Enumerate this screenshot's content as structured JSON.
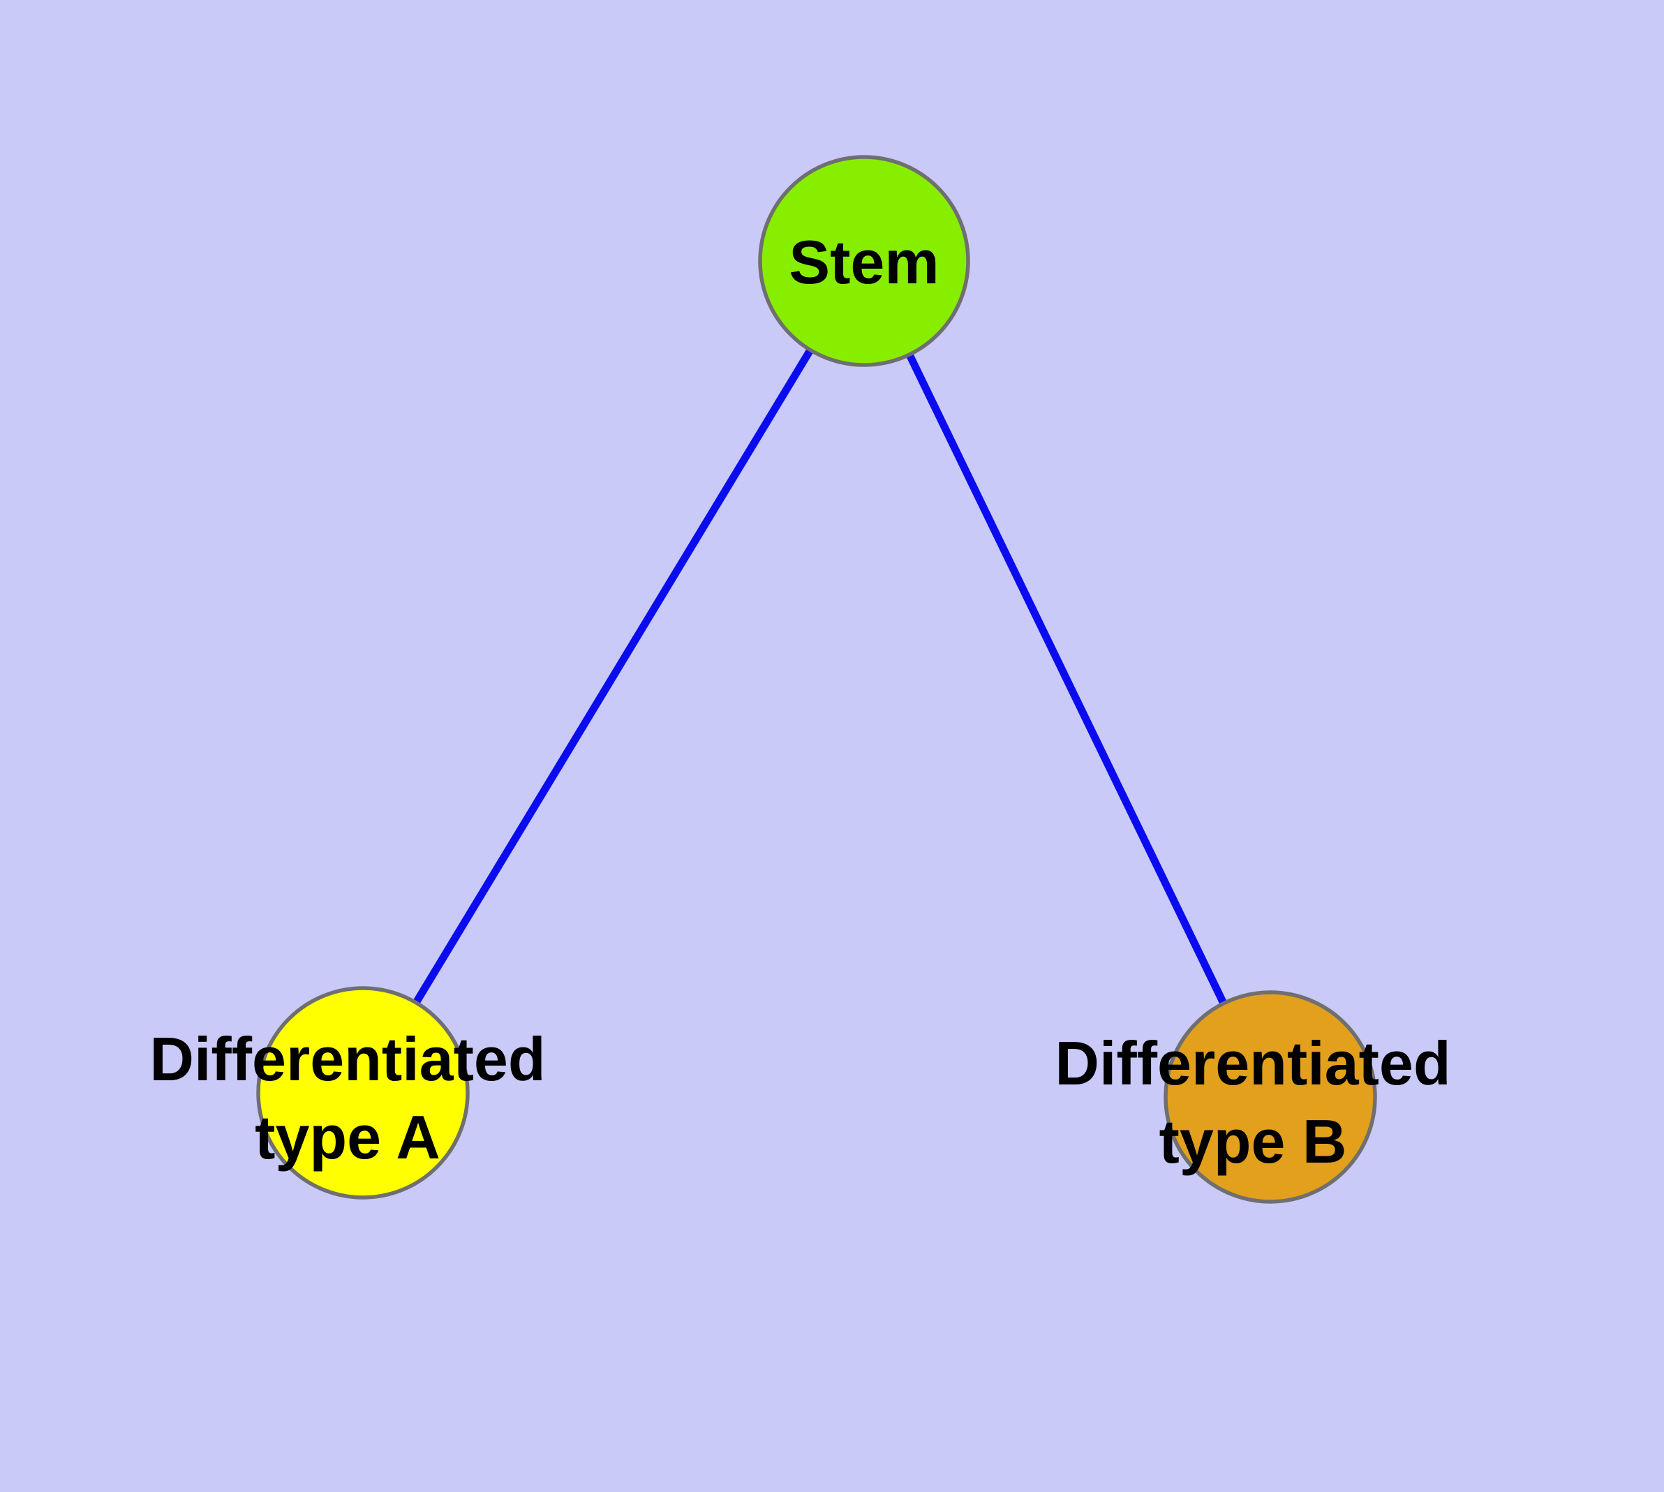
{
  "diagram": {
    "type": "graph",
    "description": "Stem cell differentiation tree: one stem node branching to two differentiated cell types",
    "background_color": "#CACAF9",
    "node_border_color": "#6F6F6F",
    "nodes": [
      {
        "id": "stem",
        "label": "Stem",
        "fill": "#87EE00"
      },
      {
        "id": "differentiated-type-a",
        "label": "Differentiated type A",
        "label_line1": "Differentiated",
        "label_line2": "type A",
        "fill": "#FFFF00"
      },
      {
        "id": "differentiated-type-b",
        "label": "Differentiated type B",
        "label_line1": "Differentiated",
        "label_line2": "type B",
        "fill": "#E2A01C"
      }
    ],
    "edges": [
      {
        "from": "stem",
        "to": "differentiated-type-a",
        "color": "#0B0BF0"
      },
      {
        "from": "stem",
        "to": "differentiated-type-b",
        "color": "#0B0BF0"
      }
    ]
  }
}
